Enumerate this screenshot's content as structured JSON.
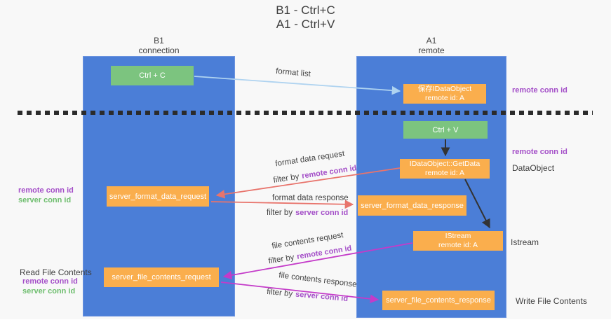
{
  "title": {
    "line1": "B1 - Ctrl+C",
    "line2": "A1 - Ctrl+V"
  },
  "lanes": {
    "left": {
      "title": "B1",
      "subtitle": "connection"
    },
    "right": {
      "title": "A1",
      "subtitle": "remote"
    }
  },
  "nodes": {
    "ctrl_c": {
      "label": "Ctrl + C"
    },
    "save_dataobject": {
      "line1": "保存IDataObject",
      "line2": "remote id: A"
    },
    "ctrl_v": {
      "label": "Ctrl + V"
    },
    "getdata": {
      "line1": "IDataObject::GetData",
      "line2": "remote id: A"
    },
    "format_request": {
      "label": "server_format_data_request"
    },
    "format_response": {
      "label": "server_format_data_response"
    },
    "istream": {
      "line1": "IStream",
      "line2": "remote id: A"
    },
    "file_request": {
      "label": "server_file_contents_request"
    },
    "file_response": {
      "label": "server_file_contents_response"
    }
  },
  "side_labels": {
    "remote_conn_id_top": "remote conn id",
    "remote_conn_id_mid": "remote conn id",
    "dataobject": "DataObject",
    "istream": "Istream",
    "write_file_contents": "Write File Contents",
    "read_file_contents": "Read File Contents",
    "left_remote_conn_id_1": "remote conn id",
    "left_server_conn_id_1": "server conn id",
    "left_remote_conn_id_2": "remote conn id",
    "left_server_conn_id_2": "server conn id"
  },
  "flow_labels": {
    "format_list": "format list",
    "format_request": {
      "title": "format data request",
      "filter_prefix": "filter by",
      "filter_key": "remote conn id"
    },
    "format_response": {
      "title": "format data response",
      "filter_prefix": "filter by",
      "filter_key": "server conn id"
    },
    "file_request": {
      "title": "file contents request",
      "filter_prefix": "filter by",
      "filter_key": "remote conn id"
    },
    "file_response": {
      "title": "file contents response",
      "filter_prefix": "filter by",
      "filter_key": "server conn id"
    }
  },
  "colors": {
    "lane_blue": "#4B7ED7",
    "box_orange": "#FAAE4D",
    "box_green": "#7CC47F",
    "arrow_red": "#E8746C",
    "arrow_magenta": "#C43BC9",
    "arrow_blue": "#AFD3F0",
    "arrow_black": "#333333",
    "text_purple": "#A44FC8",
    "text_green": "#6FBE6F",
    "text_dark": "#3F3F3F",
    "background": "#F8F8F8"
  }
}
